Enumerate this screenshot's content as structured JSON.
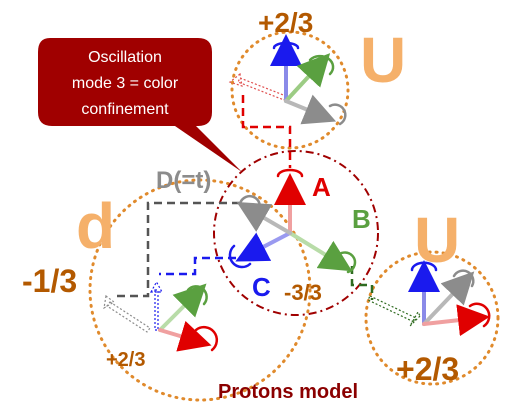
{
  "callout": {
    "lines": [
      "Oscillation",
      "mode 3 = color",
      "confinement"
    ]
  },
  "labels": {
    "top_charge": "+2/3",
    "top_quark": "U",
    "d_alias": "D(=t)",
    "left_quark": "d",
    "left_charge": "-1/3",
    "left_sub_charge": "+2/3",
    "center_A": "A",
    "center_B": "B",
    "center_C": "C",
    "center_charge": "-3/3",
    "right_quark": "U",
    "right_charge": "+2/3",
    "model": "Protons model"
  },
  "colors": {
    "orange_text": "#b35900",
    "quark_letter": "#f5b06a",
    "red": "#e00000",
    "green": "#5aa040",
    "blue": "#1a1aee",
    "gray": "#8c8c8c",
    "dark_red": "#8b0000",
    "callout_bg": "#a00000",
    "dotted_circle": "#e08a2c"
  }
}
